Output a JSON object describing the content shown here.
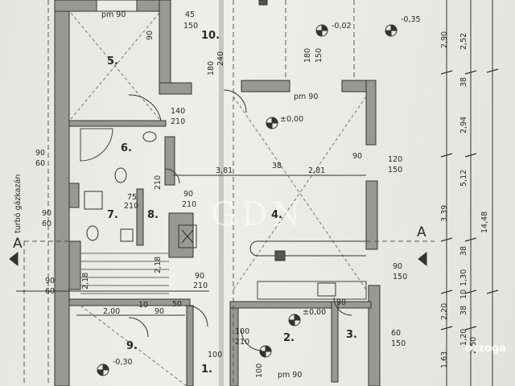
{
  "rooms": {
    "r1": "1.",
    "r2": "2.",
    "r3": "3.",
    "r4": "4.",
    "r5": "5.",
    "r6": "6.",
    "r7": "7.",
    "r8": "8.",
    "r9": "9.",
    "r10": "10."
  },
  "levels": {
    "l1": "-0,02",
    "l2": "-0,35",
    "l3": "±0,00",
    "l4": "±0,00",
    "l5": "-0,30"
  },
  "pm_labels": {
    "p1": "pm 90",
    "p2": "pm 90",
    "p3": "pm 90"
  },
  "dims": {
    "d45": "45",
    "d150a": "150",
    "d140": "140",
    "d210a": "210",
    "d90a": "90",
    "d60a": "60",
    "d120": "120",
    "d150b": "150",
    "d90b": "90",
    "d210b": "210",
    "d75": "75",
    "d210c": "210",
    "d90c": "90",
    "d60b": "60",
    "d90d": "90",
    "d150c": "150",
    "d90e": "90",
    "d60c": "60",
    "d90f": "90",
    "d210d": "210",
    "d200": "2,00",
    "d10": "10",
    "d90g": "90",
    "d50": "50",
    "d100a": "100",
    "d210e": "210",
    "d100b": "100",
    "d100c": "100",
    "d60d": "60",
    "d150d": "150",
    "d90h": "90",
    "d381": "3,81",
    "d38": "38",
    "d281": "2,81",
    "d180a": "180",
    "d150e": "150",
    "d180b": "180",
    "d240": "240",
    "d90i": "90",
    "d210f": "210",
    "d218": "2,18",
    "d90j": "90",
    "d218b": "2,18"
  },
  "right_dims": {
    "v290": "2,90",
    "v252": "2,52",
    "v38a": "38",
    "v294": "2,94",
    "v512": "5,12",
    "v339": "3,39",
    "v1448": "14,48",
    "v38b": "38",
    "v130": "1,30",
    "v10": "10",
    "v220": "2,20",
    "v38c": "38",
    "v250": "2,50",
    "v163": "1,63",
    "v120": "1,20"
  },
  "notes": {
    "gas": "turbó gázkazán"
  },
  "section": {
    "left": "A",
    "right": "A"
  },
  "watermark": "GDN",
  "brand": "ozzoga"
}
